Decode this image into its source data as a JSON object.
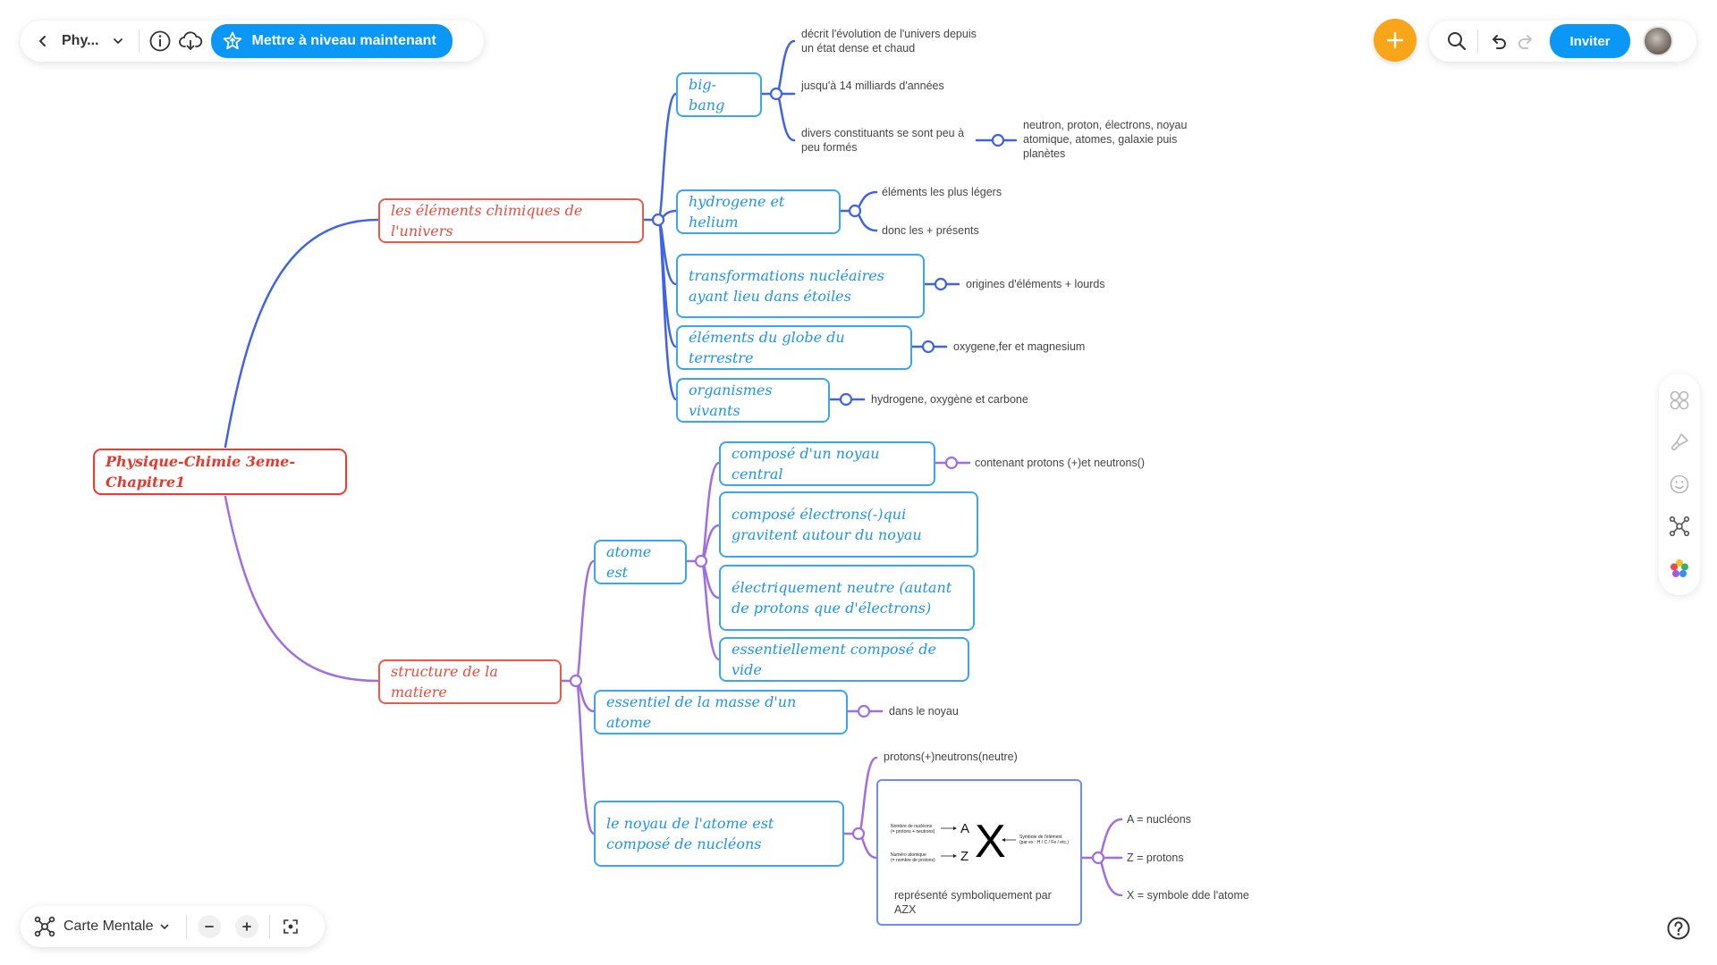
{
  "toolbar": {
    "back_icon": "chevron-left-icon",
    "doc_title": "Phy...",
    "upgrade_label": "Mettre à niveau maintenant",
    "invite_label": "Inviter"
  },
  "bottom_bar": {
    "layout_label": "Carte Mentale"
  },
  "mindmap": {
    "root": "Physique-Chimie 3eme-Chapitre1",
    "branch1": {
      "label": "les éléments chimiques de l'univers",
      "bigbang": {
        "label": "big-bang",
        "leaves": [
          "décrit l'évolution de l'univers depuis un état dense et chaud",
          "jusqu'à 14 milliards d'années",
          "divers constituants se sont peu à peu formés"
        ],
        "sub": "neutron, proton, électrons, noyau atomique, atomes, galaxie puis planètes"
      },
      "hydrogene": {
        "label": "hydrogene et helium",
        "leaves": [
          "éléments les plus légers",
          "donc les + présents"
        ]
      },
      "transformations": {
        "label": "transformations nucléaires ayant lieu dans étoiles",
        "leaf": "origines d'éléments + lourds"
      },
      "globe": {
        "label": "éléments du globe du terrestre",
        "leaf": "oxygene,fer et magnesium"
      },
      "organismes": {
        "label": "organismes vivants",
        "leaf": "hydrogene, oxygène et carbone"
      }
    },
    "branch2": {
      "label": "structure de la matiere",
      "atome": {
        "label": "atome est",
        "children": [
          {
            "label": "composé d'un noyau central",
            "leaf": "contenant protons (+)et neutrons()"
          },
          {
            "label": "composé électrons(-)qui gravitent autour du noyau"
          },
          {
            "label": "électriquement neutre (autant de protons que d'électrons)"
          },
          {
            "label": "essentiellement composé de vide"
          }
        ]
      },
      "masse": {
        "label": "essentiel de la masse d'un atome",
        "leaf": "dans le noyau"
      },
      "noyau": {
        "label": "le noyau de l'atome est composé de nucléons",
        "top_leaf": "protons(+)neutrons(neutre)",
        "image": {
          "caption": "représenté symboliquement par AZX",
          "nb_nucleons": "Nombre de nucléons",
          "nb_nucleons2": "(= protons + neutrons)",
          "num_atomique": "Numéro atomique",
          "num_atomique2": "(= nombre de protons)",
          "a": "A",
          "z": "Z",
          "x": "X",
          "symbole": "Symbole de l'élément",
          "symbole2": "(par ex : H / C / Fe / etc.)"
        },
        "img_leaves": [
          "A = nucléons",
          "Z = protons",
          "X = symbole dde l'atome"
        ]
      }
    }
  },
  "colors": {
    "blue_branch": "#3f62e8",
    "purple_branch": "#a06de3",
    "node_blue": "#3aa6f0",
    "node_red": "#ee5a4a",
    "accent": "#0a97f5",
    "fab": "#f9a51a"
  }
}
